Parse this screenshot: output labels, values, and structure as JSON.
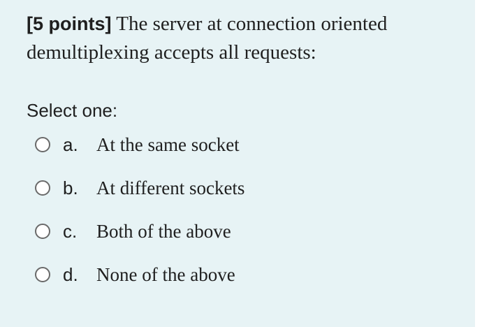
{
  "question": {
    "points_label": "[5 points]",
    "text": "The server at connection oriented demultiplexing accepts all requests:"
  },
  "prompt": "Select one:",
  "options": [
    {
      "letter": "a.",
      "text": "At the same socket",
      "selected": false
    },
    {
      "letter": "b.",
      "text": "At different sockets",
      "selected": false
    },
    {
      "letter": "c.",
      "text": "Both of the above",
      "selected": false
    },
    {
      "letter": "d.",
      "text": "None of the above",
      "selected": false
    }
  ]
}
